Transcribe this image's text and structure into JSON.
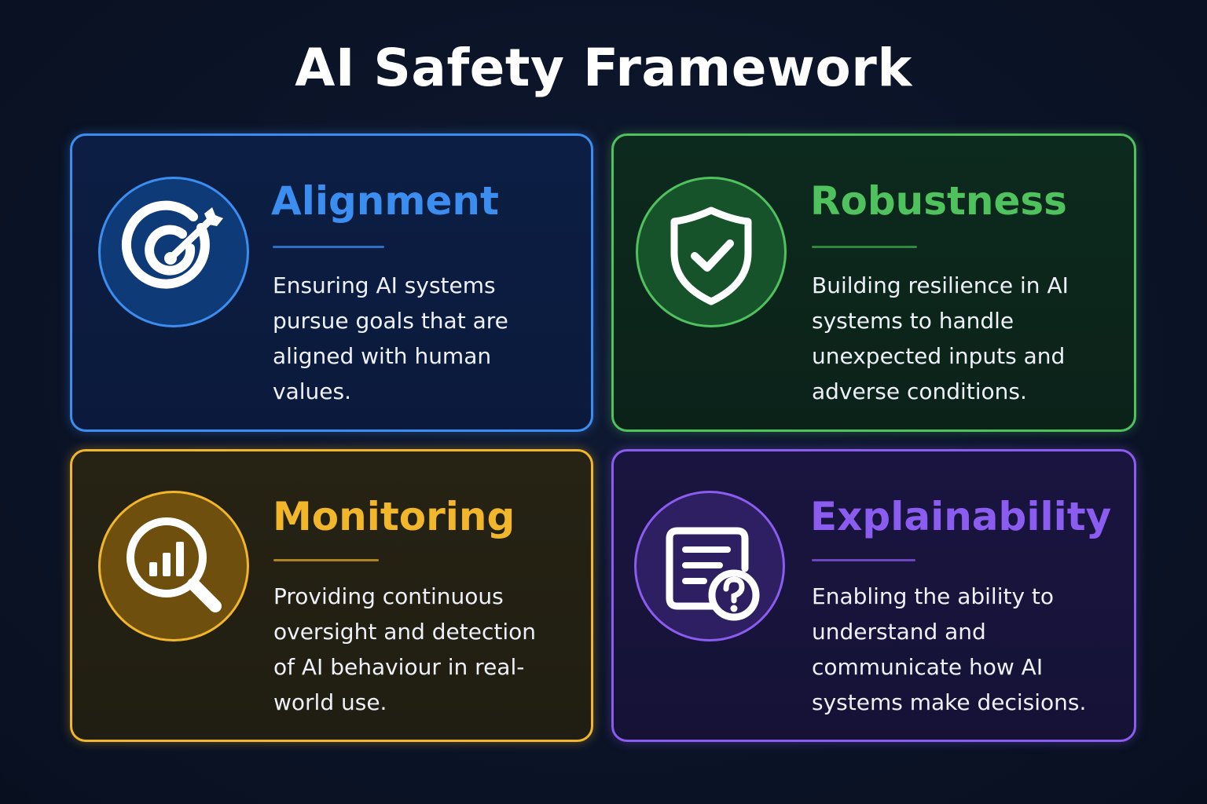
{
  "title": "AI Safety Framework",
  "cards": [
    {
      "heading": "Alignment",
      "description": "Ensuring AI systems pursue goals that are aligned with human values.",
      "icon": "target-arrow-icon",
      "color": "#3b8ef0"
    },
    {
      "heading": "Robustness",
      "description": "Building resilience in AI systems to handle unexpected inputs and adverse conditions.",
      "icon": "shield-check-icon",
      "color": "#4fc25e"
    },
    {
      "heading": "Monitoring",
      "description": "Providing continuous oversight and detection of AI behaviour in real-world use.",
      "icon": "magnifier-chart-icon",
      "color": "#f2b62a"
    },
    {
      "heading": "Explainability",
      "description": "Enabling the ability to understand and communicate how AI systems make decisions.",
      "icon": "document-question-icon",
      "color": "#8b5cf0"
    }
  ]
}
